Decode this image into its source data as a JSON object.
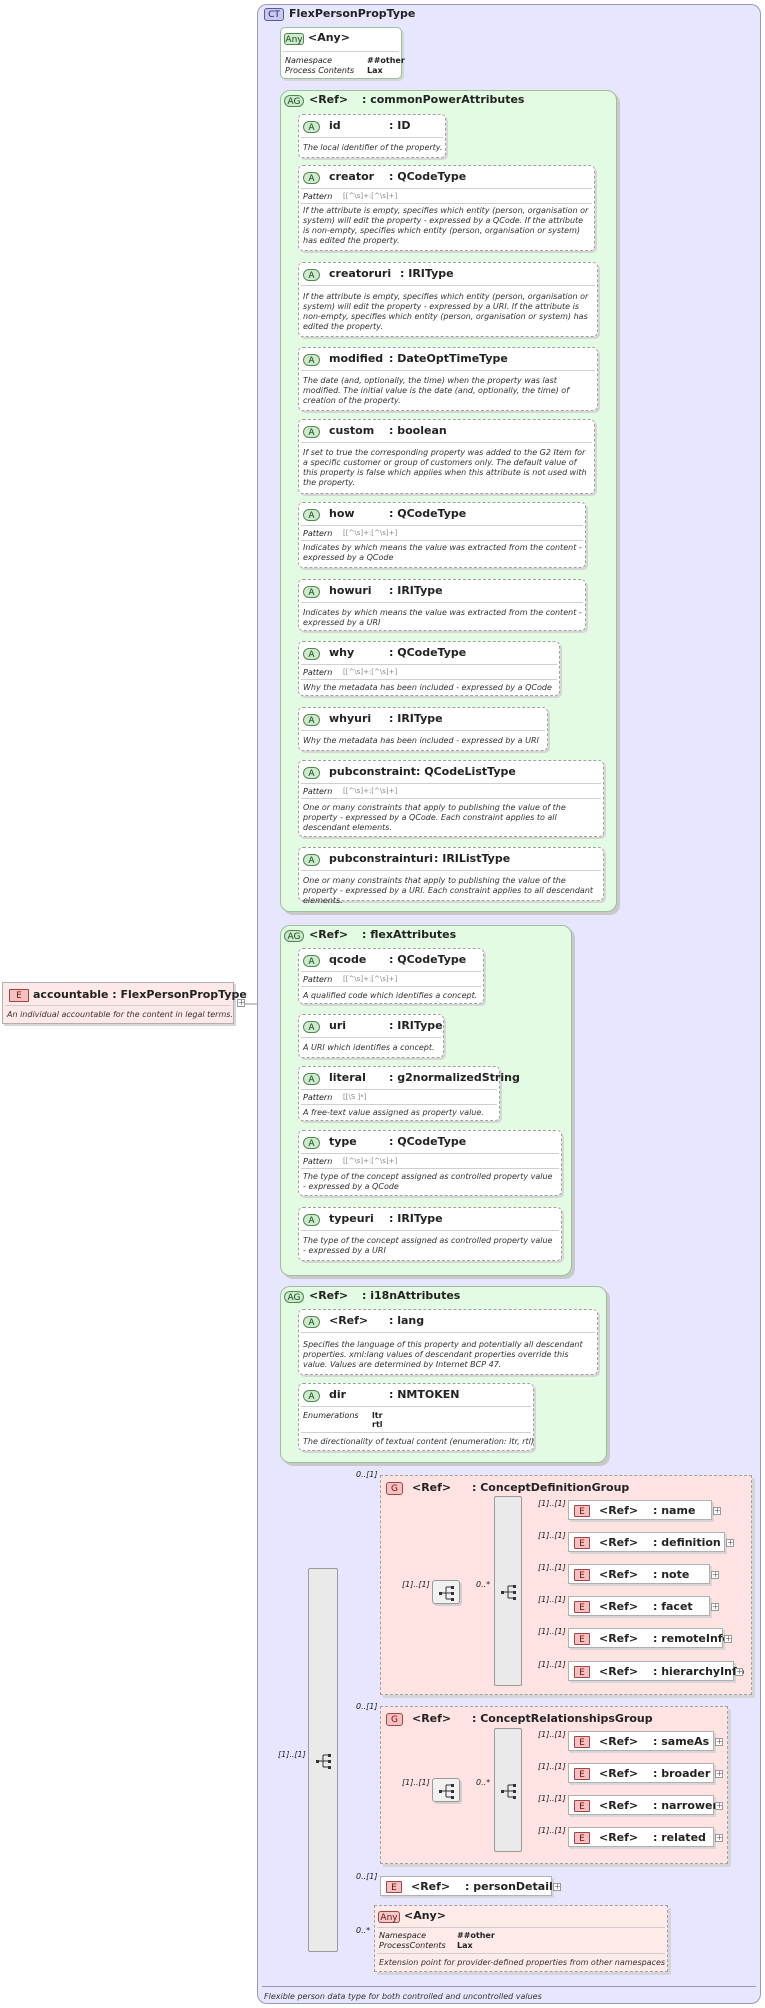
{
  "root": {
    "badge": "E",
    "label": "accountable : FlexPersonPropType",
    "doc": "An individual accountable for the content in legal terms."
  },
  "complex_type": {
    "badge": "CT",
    "title": "FlexPersonPropType",
    "doc": "Flexible person data type for both controlled and uncontrolled values"
  },
  "any_top": {
    "badge": "Any",
    "title": "<Any>",
    "rows": [
      {
        "label": "Namespace",
        "value": "##other"
      },
      {
        "label": "Process Contents",
        "value": "Lax"
      }
    ]
  },
  "common_power": {
    "badge": "AG",
    "ref": "<Ref>",
    "name": ": commonPowerAttributes",
    "attrs": [
      {
        "badge": "A",
        "name": "id",
        "type": ": ID",
        "doc": "The local identifier of the property."
      },
      {
        "badge": "A",
        "name": "creator",
        "type": ": QCodeType",
        "pattern_label": "Pattern",
        "pattern": "[[^\\s]+:[^\\s]+]",
        "doc": "If the attribute is empty, specifies which entity (person, organisation or system) will edit the property - expressed by a QCode. If the attribute is non-empty, specifies which entity (person, organisation or system) has edited the property."
      },
      {
        "badge": "A",
        "name": "creatoruri",
        "type": ": IRIType",
        "doc": "If the attribute is empty, specifies which entity (person, organisation or system) will edit the property - expressed by a URI. If the attribute is non-empty, specifies which entity (person, organisation or system) has edited the property."
      },
      {
        "badge": "A",
        "name": "modified",
        "type": ": DateOptTimeType",
        "doc": "The date (and, optionally, the time) when the property was last modified. The initial value is the date (and, optionally, the time) of creation of the property."
      },
      {
        "badge": "A",
        "name": "custom",
        "type": ": boolean",
        "doc": "If set to true the corresponding property was added to the G2 Item for a specific customer or group of customers only. The default value of this property is false which applies when this attribute is not used with the property."
      },
      {
        "badge": "A",
        "name": "how",
        "type": ": QCodeType",
        "pattern_label": "Pattern",
        "pattern": "[[^\\s]+:[^\\s]+]",
        "doc": "Indicates by which means the value was extracted from the content - expressed by a QCode"
      },
      {
        "badge": "A",
        "name": "howuri",
        "type": ": IRIType",
        "doc": "Indicates by which means the value was extracted from the content - expressed by a URI"
      },
      {
        "badge": "A",
        "name": "why",
        "type": ": QCodeType",
        "pattern_label": "Pattern",
        "pattern": "[[^\\s]+:[^\\s]+]",
        "doc": "Why the metadata has been included - expressed by a QCode"
      },
      {
        "badge": "A",
        "name": "whyuri",
        "type": ": IRIType",
        "doc": "Why the metadata has been included - expressed by a URI"
      },
      {
        "badge": "A",
        "name": "pubconstraint",
        "type": ": QCodeListType",
        "pattern_label": "Pattern",
        "pattern": "[[^\\s]+:[^\\s]+]",
        "doc": "One or many constraints that apply to publishing the value of the property - expressed by a QCode. Each constraint applies to all descendant elements."
      },
      {
        "badge": "A",
        "name": "pubconstrainturi",
        "type": ": IRIListType",
        "doc": "One or many constraints that apply to publishing the value of the property - expressed by a URI. Each constraint applies to all descendant elements."
      }
    ]
  },
  "flex_attrs": {
    "badge": "AG",
    "ref": "<Ref>",
    "name": ": flexAttributes",
    "attrs": [
      {
        "badge": "A",
        "name": "qcode",
        "type": ": QCodeType",
        "pattern_label": "Pattern",
        "pattern": "[[^\\s]+:[^\\s]+]",
        "doc": "A qualified code which identifies a concept."
      },
      {
        "badge": "A",
        "name": "uri",
        "type": ": IRIType",
        "doc": "A URI which identifies a concept."
      },
      {
        "badge": "A",
        "name": "literal",
        "type": ": g2normalizedString",
        "pattern_label": "Pattern",
        "pattern": "[[\\S ]*]",
        "doc": "A free-text value assigned as property value."
      },
      {
        "badge": "A",
        "name": "type",
        "type": ": QCodeType",
        "pattern_label": "Pattern",
        "pattern": "[[^\\s]+:[^\\s]+]",
        "doc": "The type of the concept assigned as controlled property value - expressed by a QCode"
      },
      {
        "badge": "A",
        "name": "typeuri",
        "type": ": IRIType",
        "doc": "The type of the concept assigned as controlled property value - expressed by a URI"
      }
    ]
  },
  "i18n": {
    "badge": "AG",
    "ref": "<Ref>",
    "name": ": i18nAttributes",
    "lang": {
      "badge": "A",
      "name": "<Ref>",
      "type": ": lang",
      "doc": "Specifies the language of this property and potentially all descendant properties. xml:lang values of descendant properties override this value. Values are determined by Internet BCP 47."
    },
    "dir": {
      "badge": "A",
      "name": "dir",
      "type": ": NMTOKEN",
      "enum_label": "Enumerations",
      "enums": [
        "ltr",
        "rtl"
      ],
      "doc": "The directionality of textual content (enumeration: ltr, rtl)"
    }
  },
  "seq_card": "[1]..[1]",
  "concept_def": {
    "card": "0..[1]",
    "badge": "G",
    "ref": "<Ref>",
    "name": ": ConceptDefinitionGroup",
    "inner_card": "[1]..[1]",
    "choice_card": "0..*",
    "elements": [
      {
        "card": "[1]..[1]",
        "badge": "E",
        "ref": "<Ref>",
        "name": ": name"
      },
      {
        "card": "[1]..[1]",
        "badge": "E",
        "ref": "<Ref>",
        "name": ": definition"
      },
      {
        "card": "[1]..[1]",
        "badge": "E",
        "ref": "<Ref>",
        "name": ": note"
      },
      {
        "card": "[1]..[1]",
        "badge": "E",
        "ref": "<Ref>",
        "name": ": facet"
      },
      {
        "card": "[1]..[1]",
        "badge": "E",
        "ref": "<Ref>",
        "name": ": remoteInfo"
      },
      {
        "card": "[1]..[1]",
        "badge": "E",
        "ref": "<Ref>",
        "name": ": hierarchyInfo"
      }
    ]
  },
  "concept_rel": {
    "card": "0..[1]",
    "badge": "G",
    "ref": "<Ref>",
    "name": ": ConceptRelationshipsGroup",
    "inner_card": "[1]..[1]",
    "choice_card": "0..*",
    "elements": [
      {
        "card": "[1]..[1]",
        "badge": "E",
        "ref": "<Ref>",
        "name": ": sameAs"
      },
      {
        "card": "[1]..[1]",
        "badge": "E",
        "ref": "<Ref>",
        "name": ": broader"
      },
      {
        "card": "[1]..[1]",
        "badge": "E",
        "ref": "<Ref>",
        "name": ": narrower"
      },
      {
        "card": "[1]..[1]",
        "badge": "E",
        "ref": "<Ref>",
        "name": ": related"
      }
    ]
  },
  "person_details": {
    "card": "0..[1]",
    "badge": "E",
    "ref": "<Ref>",
    "name": ": personDetails"
  },
  "any_bottom": {
    "card": "0..*",
    "badge": "Any",
    "title": "<Any>",
    "rows": [
      {
        "label": "Namespace",
        "value": "##other"
      },
      {
        "label": "ProcessContents",
        "value": "Lax"
      }
    ],
    "doc": "Extension point for provider-defined properties from other namespaces"
  }
}
